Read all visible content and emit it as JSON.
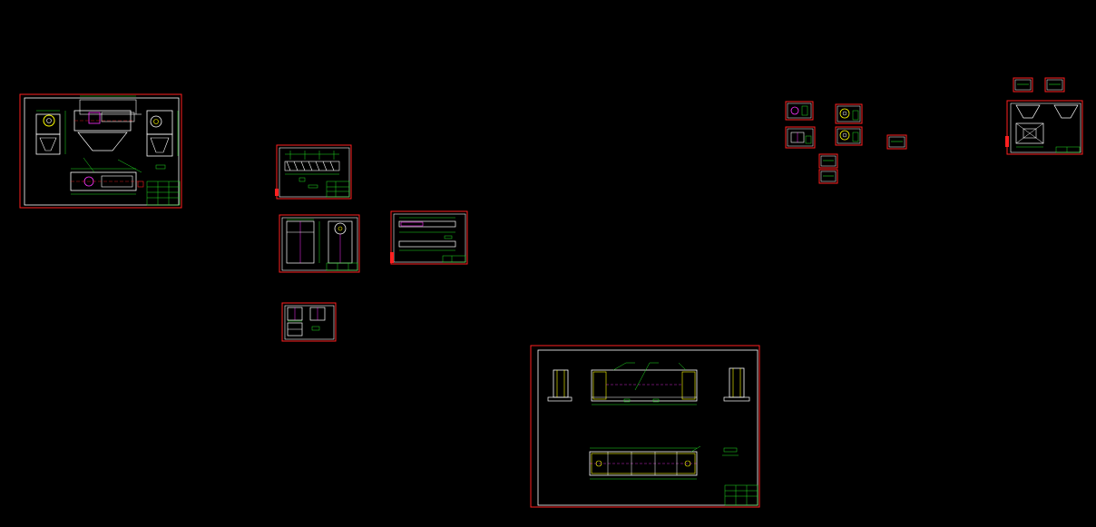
{
  "viewport": {
    "background": "#000000",
    "colors": {
      "sheet_border": "#ff2020",
      "inner_border": "#ffffff",
      "linework": "#ffffff",
      "annotation": "#22dd22",
      "dimension": "#22dd22",
      "highlight": "#ffff00",
      "hidden": "#ff33ff",
      "title_block": "#22dd22"
    },
    "sheets": [
      {
        "id": "sheet-large-assembly-left",
        "kind": "assembly-drawing"
      },
      {
        "id": "sheet-screw-conveyor",
        "kind": "part-drawing"
      },
      {
        "id": "sheet-housing-views",
        "kind": "part-drawing"
      },
      {
        "id": "sheet-shaft",
        "kind": "part-drawing"
      },
      {
        "id": "sheet-small-parts",
        "kind": "part-drawing"
      },
      {
        "id": "sheet-frame-assembly",
        "kind": "assembly-drawing"
      },
      {
        "id": "sheet-detail-a",
        "kind": "detail"
      },
      {
        "id": "sheet-detail-b",
        "kind": "detail"
      },
      {
        "id": "sheet-detail-c",
        "kind": "detail"
      },
      {
        "id": "sheet-detail-d",
        "kind": "detail"
      },
      {
        "id": "sheet-detail-e",
        "kind": "detail"
      },
      {
        "id": "sheet-detail-f",
        "kind": "detail"
      },
      {
        "id": "sheet-detail-g",
        "kind": "detail"
      },
      {
        "id": "sheet-hopper",
        "kind": "part-drawing"
      },
      {
        "id": "sheet-hopper-detail-1",
        "kind": "detail"
      },
      {
        "id": "sheet-hopper-detail-2",
        "kind": "detail"
      }
    ]
  }
}
